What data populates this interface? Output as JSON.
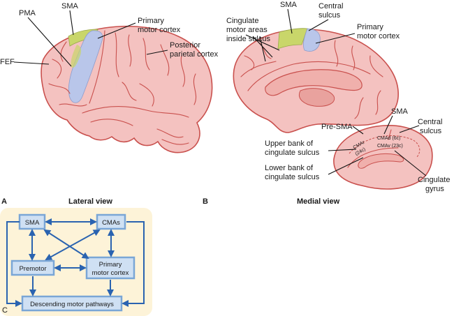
{
  "panel_letters": {
    "a": "A",
    "b": "B",
    "c": "C"
  },
  "view_titles": {
    "lateral": "Lateral view",
    "medial": "Medial view"
  },
  "lateral_labels": {
    "pma": "PMA",
    "sma": "SMA",
    "primary_1": "Primary",
    "primary_2": "motor cortex",
    "fef": "FEF",
    "posterior_1": "Posterior",
    "posterior_2": "parietal cortex"
  },
  "medial_top_labels": {
    "sma": "SMA",
    "central_1": "Central",
    "central_2": "sulcus",
    "cingulate_1": "Cingulate",
    "cingulate_2": "motor areas",
    "cingulate_3": "inside sulcus",
    "primary_1": "Primary",
    "primary_2": "motor cortex"
  },
  "medial_bottom_labels": {
    "sma": "SMA",
    "central_1": "Central",
    "central_2": "sulcus",
    "presma": "Pre-SMA",
    "upper_1": "Upper bank of",
    "upper_2": "cingulate sulcus",
    "lower_1": "Lower bank of",
    "lower_2": "cingulate sulcus",
    "gyrus_1": "Cingulate",
    "gyrus_2": "gyrus",
    "cmad": "CMAd (6c)",
    "cmav": "CMAv (23c)",
    "cmar": "CMAr",
    "cmar_code": "(24c)"
  },
  "flow_diagram": {
    "background": "#fdf3d8",
    "box_fill": "#cfe0f3",
    "arrow_color": "#2a63b0",
    "boxes": {
      "sma": "SMA",
      "cmas": "CMAs",
      "premotor": "Premotor",
      "primary_1": "Primary",
      "primary_2": "motor cortex",
      "descending": "Descending motor pathways"
    }
  },
  "colors": {
    "brain_fill": "#f4c2c0",
    "brain_outline": "#c9504d",
    "sma_fill": "#c9d66a",
    "motor_fill": "#b9c6ea"
  }
}
